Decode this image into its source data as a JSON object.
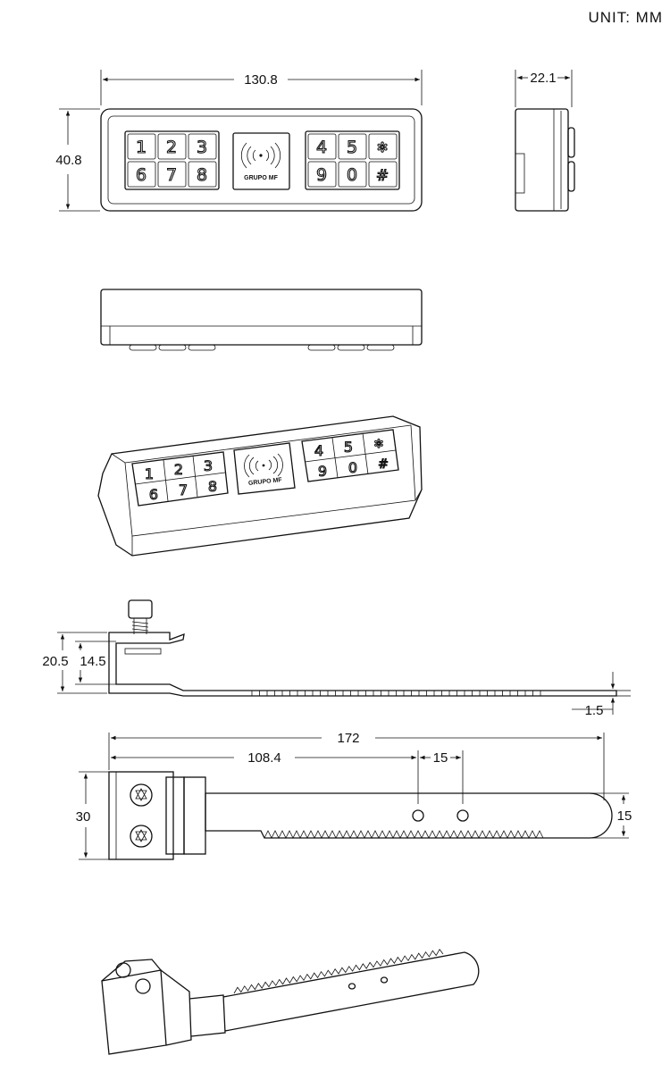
{
  "unit_label": "UNIT: MM",
  "keypad": {
    "left_keys": [
      "1",
      "2",
      "3",
      "6",
      "7",
      "8"
    ],
    "right_keys": [
      "4",
      "5",
      "✻",
      "9",
      "0",
      "#"
    ],
    "brand": "GRUPO MF"
  },
  "dimensions": {
    "keypad_width": "130.8",
    "keypad_height": "40.8",
    "keypad_depth": "22.1",
    "clamp_height_total": "20.5",
    "clamp_height_inner": "14.5",
    "strap_thickness": "1.5",
    "strap_length": "172",
    "hole_offset": "108.4",
    "hole_spacing": "15",
    "clamp_width": "30",
    "strap_width": "15"
  },
  "colors": {
    "line": "#111111",
    "background": "#ffffff"
  }
}
